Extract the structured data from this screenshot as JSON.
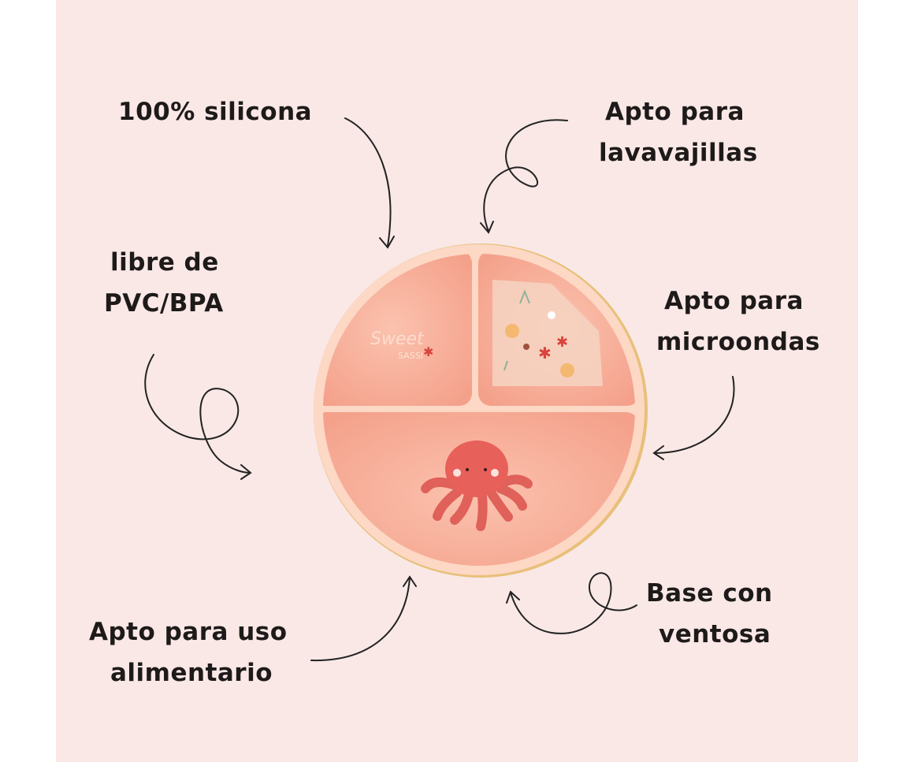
{
  "features": [
    {
      "lines": [
        "100% silicona"
      ]
    },
    {
      "lines": [
        "Apto para",
        "lavavajillas"
      ]
    },
    {
      "lines": [
        "libre de",
        "PVC/BPA"
      ]
    },
    {
      "lines": [
        "Apto para",
        "microondas"
      ]
    },
    {
      "lines": [
        "Apto para uso",
        "alimentario"
      ]
    },
    {
      "lines": [
        "Base con",
        "ventosa"
      ]
    }
  ],
  "plate": {
    "brand_text": "SASSI",
    "colors": {
      "rim": "#fcd9c4",
      "compartment": "#f6a994",
      "octopus": "#e8605a",
      "background": "#f9e8e6"
    }
  }
}
